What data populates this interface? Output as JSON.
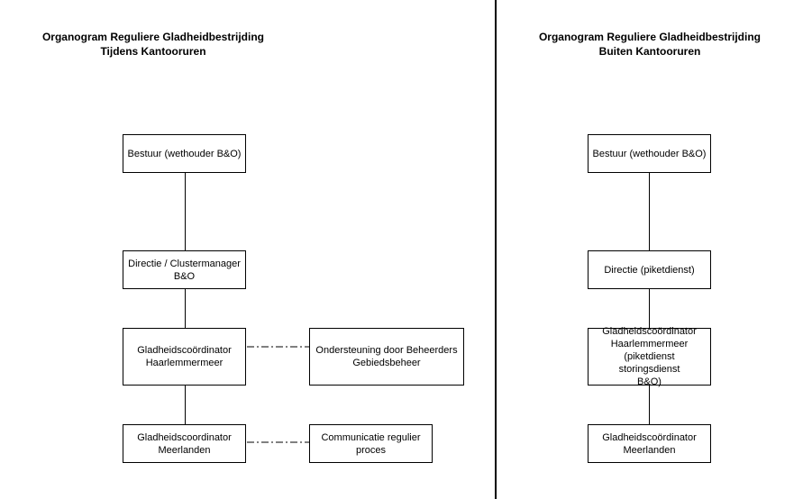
{
  "left": {
    "title": "Organogram Reguliere Gladheidbestrijding\nTijdens Kantooruren",
    "boxes": {
      "bestuur": "Bestuur (wethouder B&O)",
      "directie": "Directie / Clustermanager\nB&O",
      "coord_haarlemmermeer": "Gladheidscoördinator\nHaarlemmermeer",
      "coord_meerlanden": "Gladheidscoordinator\nMeerlanden",
      "ondersteuning": "Ondersteuning door Beheerders\nGebiedsbeheer",
      "communicatie": "Communicatie regulier\nproces"
    }
  },
  "right": {
    "title": "Organogram Reguliere Gladheidbestrijding\nBuiten Kantooruren",
    "boxes": {
      "bestuur": "Bestuur (wethouder B&O)",
      "directie": "Directie (piketdienst)",
      "coord_haarlemmermeer": "Gladheidscoördinator\nHaarlemmermeer\n(piketdienst storingsdienst\nB&O)",
      "coord_meerlanden": "Gladheidscoördinator\nMeerlanden"
    }
  }
}
